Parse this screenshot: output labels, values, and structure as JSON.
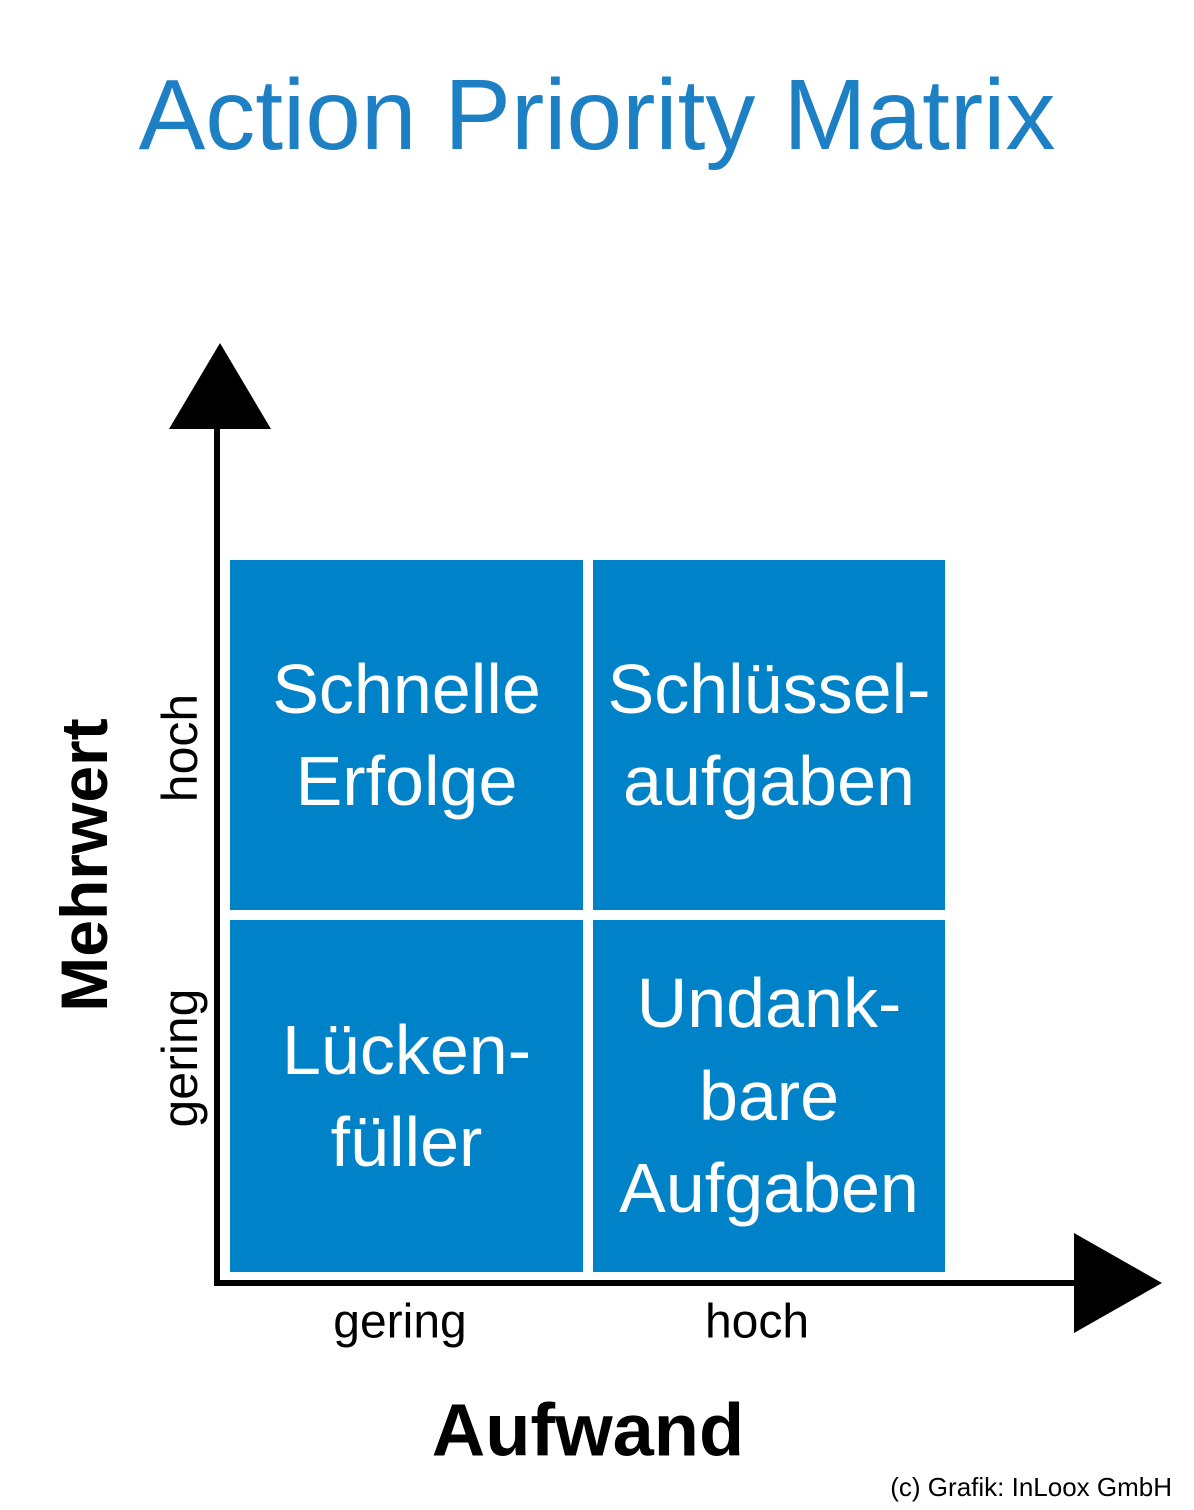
{
  "title": {
    "text": "Action Priority Matrix"
  },
  "colors": {
    "title-blue": "#1d80c4",
    "quadrant-blue": "#0082c8",
    "quadrant-text": "#ffffff",
    "axis-black": "#000000"
  },
  "matrix": {
    "quadrants": [
      {
        "id": "top-left",
        "label": "Schnelle\nErfolge"
      },
      {
        "id": "top-right",
        "label": "Schlüssel-\naufgaben"
      },
      {
        "id": "bottom-left",
        "label": "Lücken-\nfüller"
      },
      {
        "id": "bottom-right",
        "label": "Undank-\nbare\nAufgaben"
      }
    ]
  },
  "y_axis": {
    "label": "Mehrwert",
    "ticks": {
      "high": "hoch",
      "low": "gering"
    }
  },
  "x_axis": {
    "label": "Aufwand",
    "ticks": {
      "low": "gering",
      "high": "hoch"
    }
  },
  "credit": {
    "text": "(c) Grafik: InLoox GmbH"
  }
}
